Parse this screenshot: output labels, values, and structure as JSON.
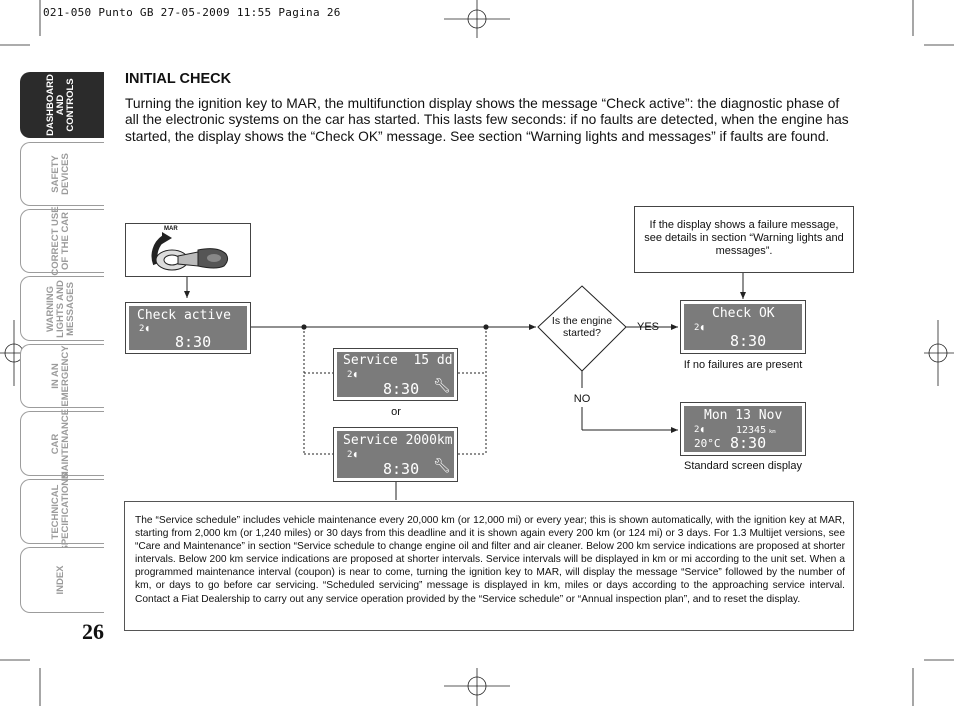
{
  "header": {
    "text": "021-050 Punto GB  27-05-2009  11:55  Pagina 26"
  },
  "tabs": [
    {
      "label": "DASHBOARD\nAND\nCONTROLS",
      "active": true
    },
    {
      "label": "SAFETY\nDEVICES",
      "active": false
    },
    {
      "label": "CORRECT USE\nOF THE CAR",
      "active": false
    },
    {
      "label": "WARNING\nLIGHTS AND\nMESSAGES",
      "active": false
    },
    {
      "label": "IN AN\nEMERGENCY",
      "active": false
    },
    {
      "label": "CAR\nMAINTENANCE",
      "active": false
    },
    {
      "label": "TECHNICAL\nSPECIFICATIONS",
      "active": false
    },
    {
      "label": "INDEX",
      "active": false
    }
  ],
  "page_number": "26",
  "section": {
    "title": "INITIAL CHECK",
    "intro": "Turning the ignition key to MAR, the multifunction display shows the message “Check active”: the diagnostic phase of all the electronic systems on the car has started. This lasts few seconds: if no faults are detected, when the engine has started, the display shows the “Check OK” message. See section “Warning lights and messages” if faults are found."
  },
  "diagram": {
    "key_label": "MAR",
    "display_check_active": {
      "line1": "Check active",
      "icon_text": "2◖",
      "time": "8:30"
    },
    "display_service_days": {
      "line1": "Service  15 dd",
      "icon_text": "2◖",
      "time": "8:30"
    },
    "display_service_km": {
      "line1": "Service 2000km",
      "icon_text": "2◖",
      "time": "8:30"
    },
    "or_label": "or",
    "decision": "Is the engine started?",
    "yes_label": "YES",
    "no_label": "NO",
    "failure_note": "If the display shows a failure message, see details in section “Warning lights and messages”.",
    "display_check_ok": {
      "line1": "Check OK",
      "icon_text": "2◖",
      "time": "8:30"
    },
    "check_ok_caption": "If no failures are present",
    "display_standard": {
      "line1": "Mon 13 Nov",
      "icon_text": "2◖",
      "odometer": "12345",
      "odometer_unit": "km",
      "temp": "20°C",
      "time": "8:30"
    },
    "standard_caption": "Standard screen display"
  },
  "note": {
    "text": "The “Service schedule” includes vehicle maintenance every 20,000 km (or 12,000 mi) or every year; this is shown automatically, with the ignition key at MAR, starting from 2,000 km (or 1,240 miles) or 30 days from this deadline and it is shown again every 200 km (or 124 mi) or 3 days. For 1.3 Multijet versions, see “Care and Maintenance” in section “Service schedule to change engine oil and filter and air cleaner. Below 200 km service indications are proposed at shorter intervals. Below 200 km service indications are proposed at shorter intervals. Service intervals will be displayed in km or mi according to the unit set. When a programmed maintenance interval (coupon) is near to come, turning the ignition key to MAR, will display the message “Service” followed by the number of km, or days to go before car servicing. “Scheduled servicing” message is displayed in km, miles or days according to the approaching service interval. Contact a Fiat Dealership to carry out any service operation provided by the “Service schedule” or “Annual inspection plan”, and to reset the display."
  },
  "colors": {
    "lcd_background": "#7b7b7b",
    "active_tab": "#2b2b2b",
    "inactive_tab_text": "#9b9b9b"
  }
}
